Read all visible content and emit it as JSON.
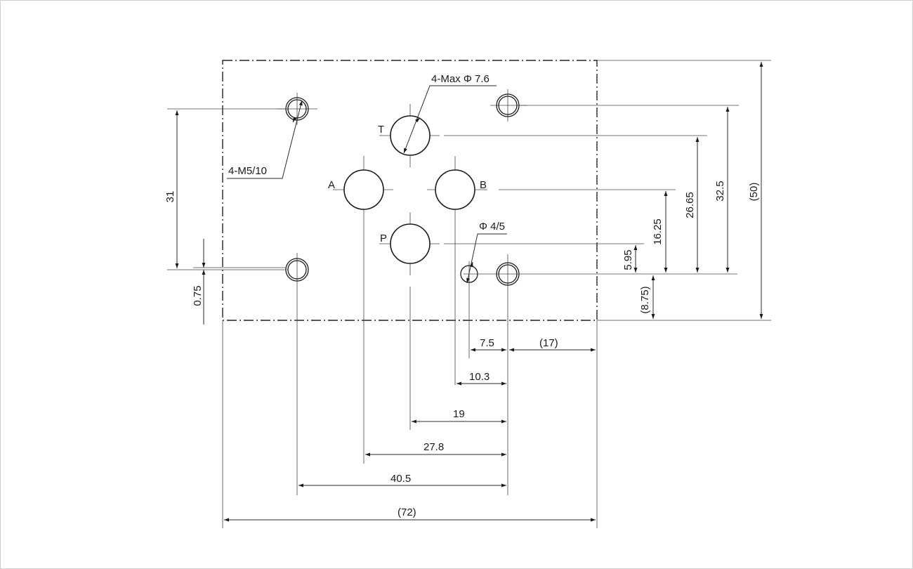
{
  "drawing": {
    "ports": {
      "t": "T",
      "a": "A",
      "b": "B",
      "p": "P"
    },
    "callouts": {
      "port_hole": "4-Max Φ 7.6",
      "thread": "4-M5/10",
      "pin_hole": "Φ 4/5"
    },
    "horizontal_dims": {
      "d7_5": "7.5",
      "d17": "(17)",
      "d10_3": "10.3",
      "d19": "19",
      "d27_8": "27.8",
      "d40_5": "40.5",
      "d72": "(72)"
    },
    "vertical_dims": {
      "d31": "31",
      "d0_75": "0.75",
      "d5_95": "5.95",
      "d8_75": "(8.75)",
      "d16_25": "16.25",
      "d26_65": "26.65",
      "d32_5": "32.5",
      "d50": "(50)"
    }
  }
}
